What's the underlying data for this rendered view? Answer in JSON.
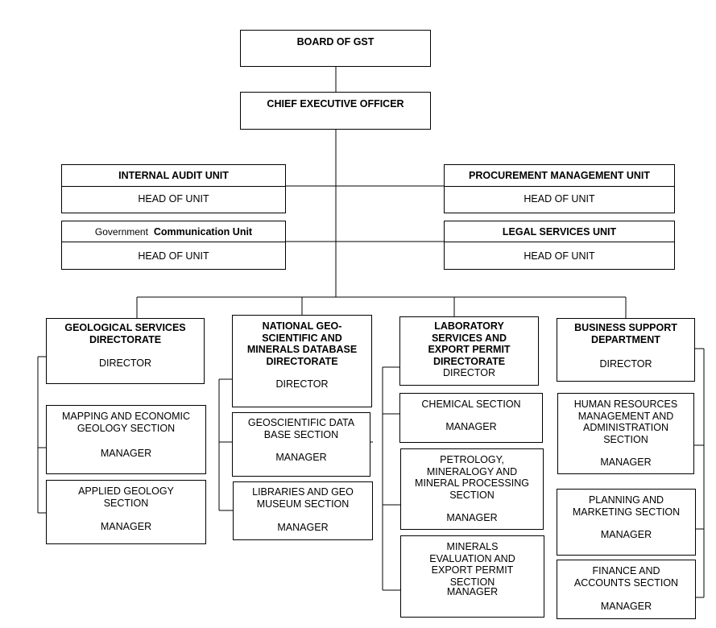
{
  "board": {
    "title": "BOARD OF GST"
  },
  "ceo": {
    "title": "CHIEF EXECUTIVE OFFICER"
  },
  "units": {
    "internal_audit": {
      "title": "INTERNAL AUDIT UNIT",
      "role": "HEAD OF UNIT"
    },
    "procurement": {
      "title": "PROCUREMENT MANAGEMENT UNIT",
      "role": "HEAD OF UNIT"
    },
    "government_communication": {
      "prefix": "Government",
      "title": "Communication Unit",
      "role": "HEAD OF UNIT"
    },
    "legal_services": {
      "title": "LEGAL SERVICES UNIT",
      "role": "HEAD OF UNIT"
    }
  },
  "directorates": {
    "geological": {
      "title": "GEOLOGICAL SERVICES DIRECTORATE",
      "role": "DIRECTOR",
      "sections": [
        {
          "title": "MAPPING AND ECONOMIC GEOLOGY SECTION",
          "role": "MANAGER"
        },
        {
          "title": "APPLIED GEOLOGY SECTION",
          "role": "MANAGER"
        }
      ]
    },
    "national_database": {
      "title": "NATIONAL GEO-SCIENTIFIC AND MINERALS DATABASE DIRECTORATE",
      "role": "DIRECTOR",
      "sections": [
        {
          "title": "GEOSCIENTIFIC DATA BASE SECTION",
          "role": "MANAGER"
        },
        {
          "title": "LIBRARIES AND GEO MUSEUM SECTION",
          "role": "MANAGER"
        }
      ]
    },
    "laboratory": {
      "title": "LABORATORY SERVICES AND EXPORT PERMIT DIRECTORATE",
      "role": "DIRECTOR",
      "sections": [
        {
          "title": "CHEMICAL SECTION",
          "role": "MANAGER"
        },
        {
          "title": "PETROLOGY, MINERALOGY AND MINERAL PROCESSING SECTION",
          "role": "MANAGER"
        },
        {
          "title": "MINERALS EVALUATION AND EXPORT PERMIT SECTION",
          "role": "MANAGER"
        }
      ]
    },
    "business_support": {
      "title": "BUSINESS SUPPORT DEPARTMENT",
      "role": "DIRECTOR",
      "sections": [
        {
          "title": "HUMAN RESOURCES MANAGEMENT AND ADMINISTRATION SECTION",
          "role": "MANAGER"
        },
        {
          "title": "PLANNING AND MARKETING SECTION",
          "role": "MANAGER"
        },
        {
          "title": "FINANCE AND ACCOUNTS SECTION",
          "role": "MANAGER"
        }
      ]
    }
  }
}
